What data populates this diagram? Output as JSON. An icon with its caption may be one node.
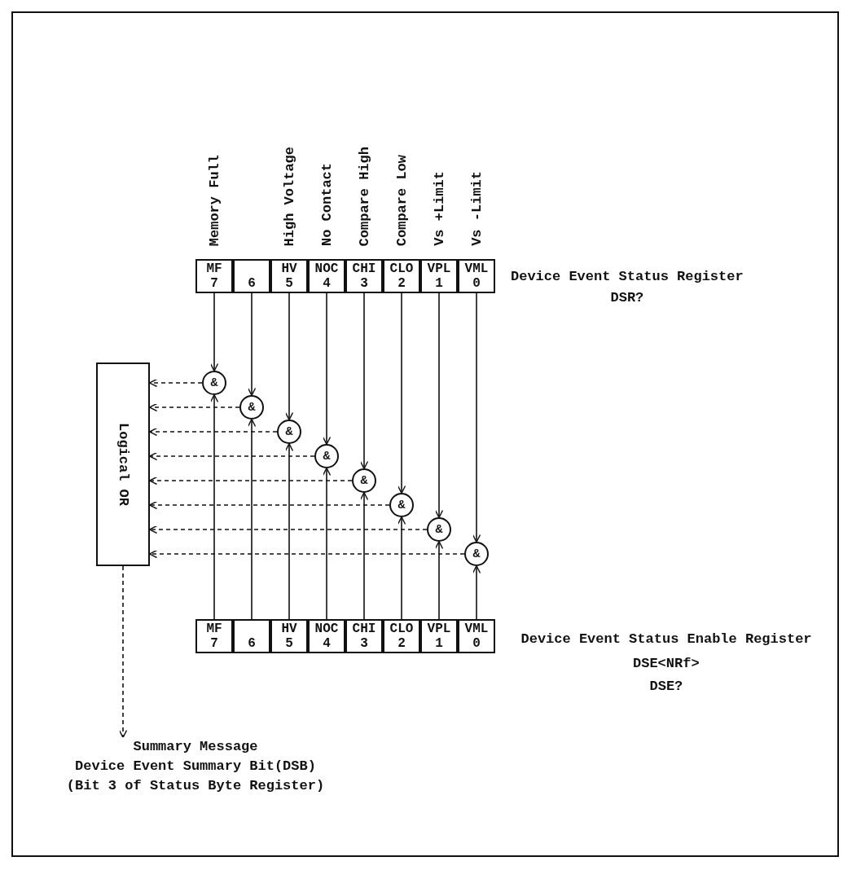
{
  "diagram": {
    "nodes": [
      {
        "text": [
          "MF",
          "7"
        ]
      },
      {
        "text": [
          "6"
        ]
      },
      {
        "text": [
          "HV",
          "5"
        ]
      },
      {
        "text": [
          "NOC",
          "4"
        ]
      },
      {
        "text": [
          "CHI",
          "3"
        ]
      },
      {
        "text": [
          "CLO",
          "2"
        ]
      },
      {
        "text": [
          "VPL",
          "1"
        ]
      },
      {
        "text": [
          "VML",
          "0"
        ]
      },
      {
        "text": [
          "Logical OR"
        ]
      },
      {
        "text": [
          "&"
        ]
      },
      {
        "text": [
          "&"
        ]
      },
      {
        "text": [
          "&"
        ]
      },
      {
        "text": [
          "&"
        ]
      },
      {
        "text": [
          "&"
        ]
      },
      {
        "text": [
          "&"
        ]
      },
      {
        "text": [
          "&"
        ]
      },
      {
        "text": [
          "&"
        ]
      },
      {
        "text": [
          "MF",
          "7"
        ]
      },
      {
        "text": [
          "6"
        ]
      },
      {
        "text": [
          "HV",
          "5"
        ]
      },
      {
        "text": [
          "NOC",
          "4"
        ]
      },
      {
        "text": [
          "CHI",
          "3"
        ]
      },
      {
        "text": [
          "CLO",
          "2"
        ]
      },
      {
        "text": [
          "VPL",
          "1"
        ]
      },
      {
        "text": [
          "VML",
          "0"
        ]
      },
      {
        "text": [
          "Summary Message",
          "Device Event Summary Bit(DSB)",
          "(Bit 3 of Status Byte Register)"
        ]
      }
    ],
    "edges": [
      {
        "from": 0,
        "to": 9,
        "arrow": "to"
      },
      {
        "from": 1,
        "to": 10,
        "arrow": "to"
      },
      {
        "from": 2,
        "to": 11,
        "arrow": "to"
      },
      {
        "from": 3,
        "to": 12,
        "arrow": "to"
      },
      {
        "from": 4,
        "to": 13,
        "arrow": "to"
      },
      {
        "from": 5,
        "to": 14,
        "arrow": "to"
      },
      {
        "from": 6,
        "to": 15,
        "arrow": "to"
      },
      {
        "from": 7,
        "to": 16,
        "arrow": "to"
      },
      {
        "from": 17,
        "to": 9,
        "arrow": "to"
      },
      {
        "from": 18,
        "to": 10,
        "arrow": "to"
      },
      {
        "from": 19,
        "to": 11,
        "arrow": "to"
      },
      {
        "from": 20,
        "to": 12,
        "arrow": "to"
      },
      {
        "from": 21,
        "to": 13,
        "arrow": "to"
      },
      {
        "from": 22,
        "to": 14,
        "arrow": "to"
      },
      {
        "from": 23,
        "to": 15,
        "arrow": "to"
      },
      {
        "from": 24,
        "to": 16,
        "arrow": "to"
      },
      {
        "from": 9,
        "to": 8,
        "arrow": "to",
        "style": "dashed"
      },
      {
        "from": 10,
        "to": 8,
        "arrow": "to",
        "style": "dashed"
      },
      {
        "from": 11,
        "to": 8,
        "arrow": "to",
        "style": "dashed"
      },
      {
        "from": 12,
        "to": 8,
        "arrow": "to",
        "style": "dashed"
      },
      {
        "from": 13,
        "to": 8,
        "arrow": "to",
        "style": "dashed"
      },
      {
        "from": 14,
        "to": 8,
        "arrow": "to",
        "style": "dashed"
      },
      {
        "from": 15,
        "to": 8,
        "arrow": "to",
        "style": "dashed"
      },
      {
        "from": 16,
        "to": 8,
        "arrow": "to",
        "style": "dashed"
      },
      {
        "from": 8,
        "to": 25,
        "arrow": "to",
        "style": "dashed"
      }
    ],
    "labels": [
      "Memory Full",
      "High Voltage",
      "No Contact",
      "Compare High",
      "Compare Low",
      "Vs +Limit",
      "Vs -Limit",
      "Device Event Status Register",
      "DSR?",
      "Device Event Status Enable Register",
      "DSE<NRf>",
      "DSE?"
    ]
  }
}
